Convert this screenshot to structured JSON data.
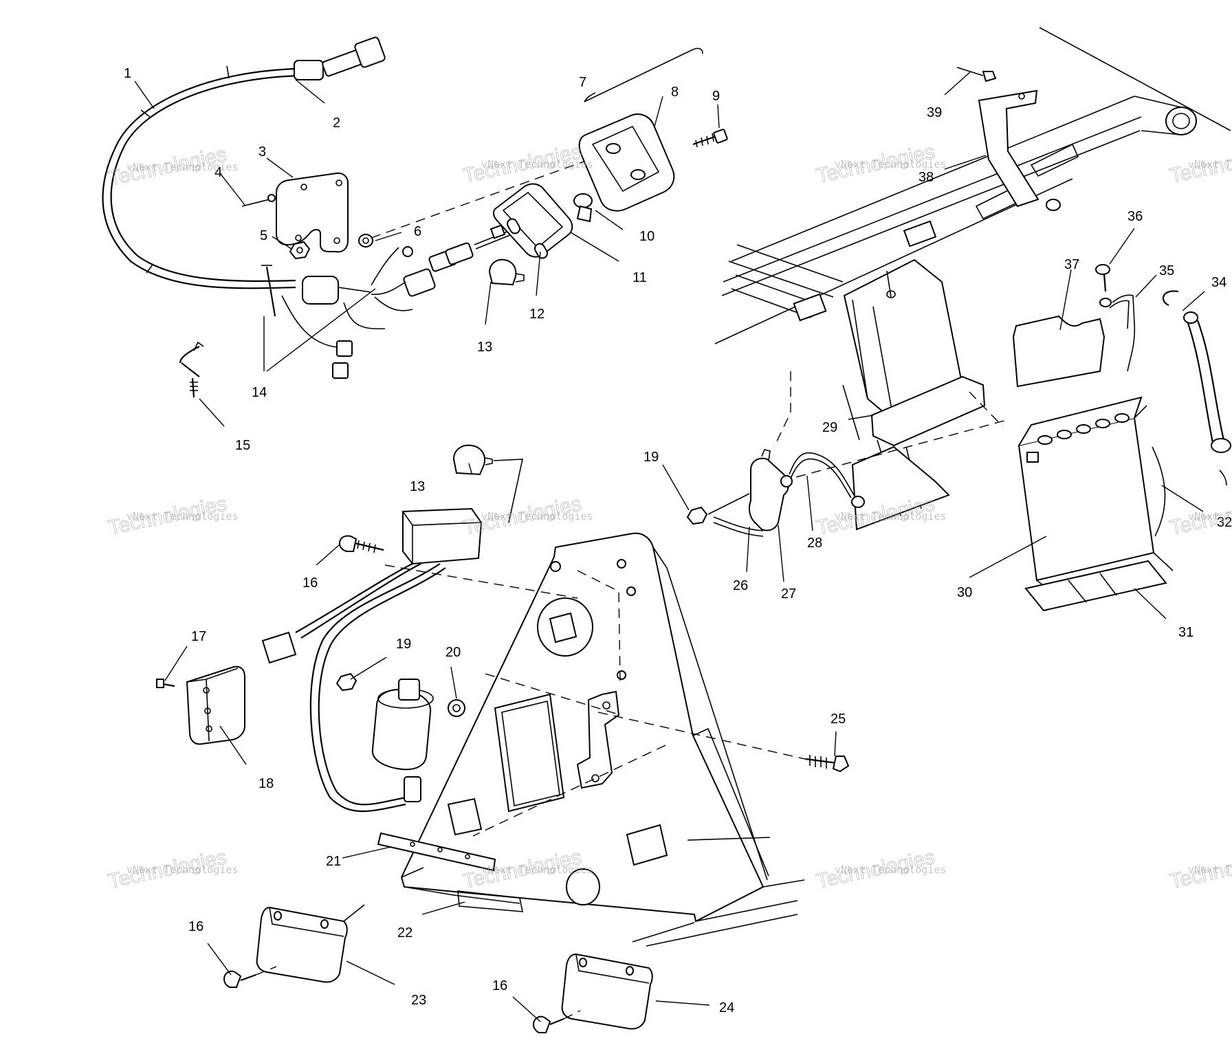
{
  "watermark": {
    "line1": "vNext Technologies",
    "line2": "Technologies"
  },
  "callouts": [
    {
      "id": "1",
      "text": "1"
    },
    {
      "id": "2",
      "text": "2"
    },
    {
      "id": "3",
      "text": "3"
    },
    {
      "id": "4",
      "text": "4"
    },
    {
      "id": "5",
      "text": "5"
    },
    {
      "id": "6",
      "text": "6"
    },
    {
      "id": "7",
      "text": "7"
    },
    {
      "id": "8",
      "text": "8"
    },
    {
      "id": "9",
      "text": "9"
    },
    {
      "id": "10",
      "text": "10"
    },
    {
      "id": "11",
      "text": "11"
    },
    {
      "id": "12",
      "text": "12"
    },
    {
      "id": "13a",
      "text": "13"
    },
    {
      "id": "14",
      "text": "14"
    },
    {
      "id": "15",
      "text": "15"
    },
    {
      "id": "13b",
      "text": "13"
    },
    {
      "id": "16a",
      "text": "16"
    },
    {
      "id": "17",
      "text": "17"
    },
    {
      "id": "18",
      "text": "18"
    },
    {
      "id": "19a",
      "text": "19"
    },
    {
      "id": "20",
      "text": "20"
    },
    {
      "id": "21",
      "text": "21"
    },
    {
      "id": "22",
      "text": "22"
    },
    {
      "id": "16b",
      "text": "16"
    },
    {
      "id": "23",
      "text": "23"
    },
    {
      "id": "16c",
      "text": "16"
    },
    {
      "id": "24",
      "text": "24"
    },
    {
      "id": "25",
      "text": "25"
    },
    {
      "id": "19b",
      "text": "19"
    },
    {
      "id": "26",
      "text": "26"
    },
    {
      "id": "27",
      "text": "27"
    },
    {
      "id": "28",
      "text": "28"
    },
    {
      "id": "29",
      "text": "29"
    },
    {
      "id": "30",
      "text": "30"
    },
    {
      "id": "31",
      "text": "31"
    },
    {
      "id": "32",
      "text": "32"
    },
    {
      "id": "34",
      "text": "34"
    },
    {
      "id": "35",
      "text": "35"
    },
    {
      "id": "36",
      "text": "36"
    },
    {
      "id": "37",
      "text": "37"
    },
    {
      "id": "38",
      "text": "38"
    },
    {
      "id": "39",
      "text": "39"
    }
  ]
}
